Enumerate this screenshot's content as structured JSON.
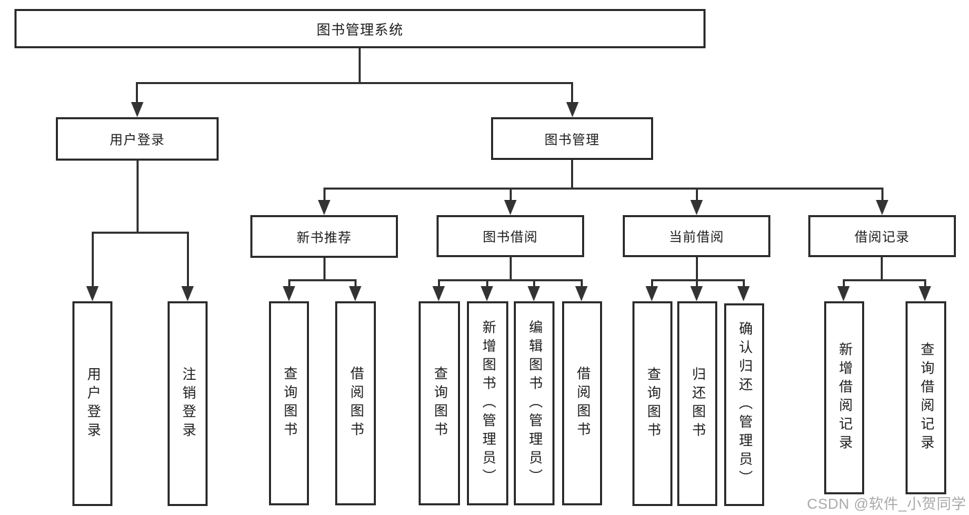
{
  "diagram": {
    "title": "图书管理系统",
    "nodes": {
      "root": {
        "label": "图书管理系统"
      },
      "user_login": {
        "label": "用户登录"
      },
      "book_management": {
        "label": "图书管理"
      },
      "new_book_recommend": {
        "label": "新书推荐"
      },
      "book_borrowing": {
        "label": "图书借阅"
      },
      "current_borrowing": {
        "label": "当前借阅"
      },
      "borrowing_records": {
        "label": "借阅记录"
      },
      "login": {
        "label": "用户登录"
      },
      "logout": {
        "label": "注销登录"
      },
      "recommend_query_books": {
        "label": "查询图书"
      },
      "recommend_borrow_books": {
        "label": "借阅图书"
      },
      "borrowing_query_books": {
        "label": "查询图书"
      },
      "borrowing_add_books": {
        "label": "新增图书（管理员）"
      },
      "borrowing_edit_books": {
        "label": "编辑图书（管理员）"
      },
      "borrowing_borrow_books": {
        "label": "借阅图书"
      },
      "current_query_books": {
        "label": "查询图书"
      },
      "current_return_books": {
        "label": "归还图书"
      },
      "current_confirm_return": {
        "label": "确认归还（管理员）"
      },
      "records_add_record": {
        "label": "新增借阅记录"
      },
      "records_query_record": {
        "label": "查询借阅记录"
      }
    }
  },
  "watermark": {
    "text": "CSDN @软件_小贺同学"
  },
  "colors": {
    "line": "#333333",
    "border": "#2d2d2d",
    "text": "#1b1b1b",
    "watermark": "#a8a8a8"
  }
}
